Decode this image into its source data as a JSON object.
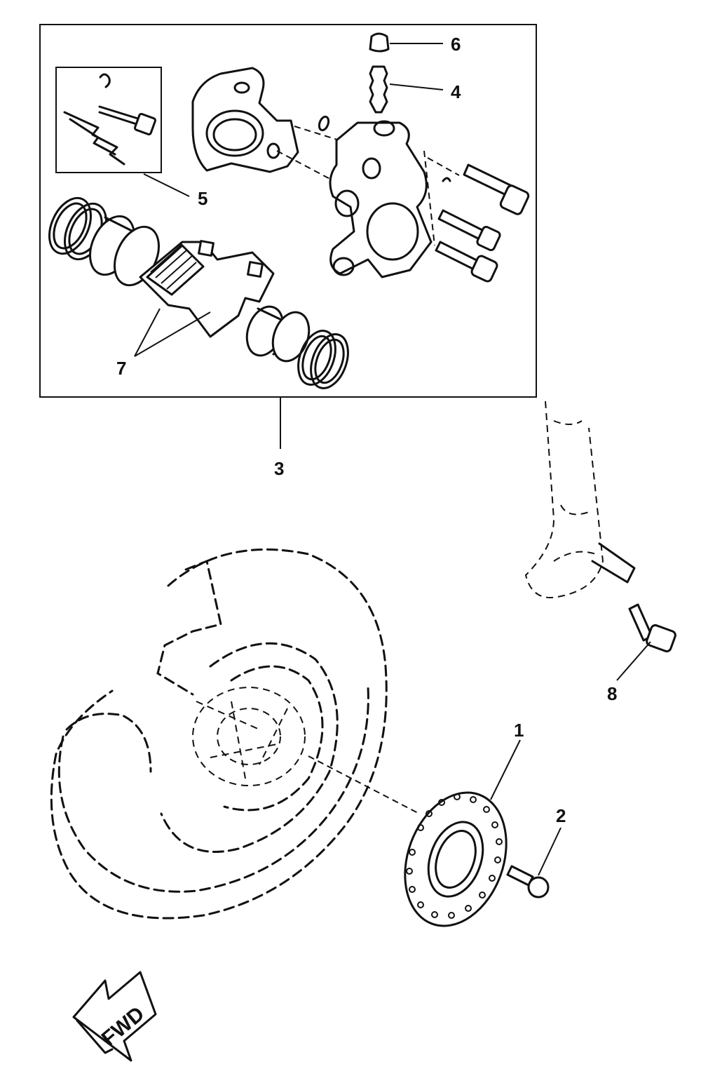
{
  "callouts": {
    "c1": "1",
    "c2": "2",
    "c3": "3",
    "c4": "4",
    "c5": "5",
    "c6": "6",
    "c7": "7",
    "c8": "8"
  },
  "direction_arrow": {
    "label": "FWD"
  }
}
